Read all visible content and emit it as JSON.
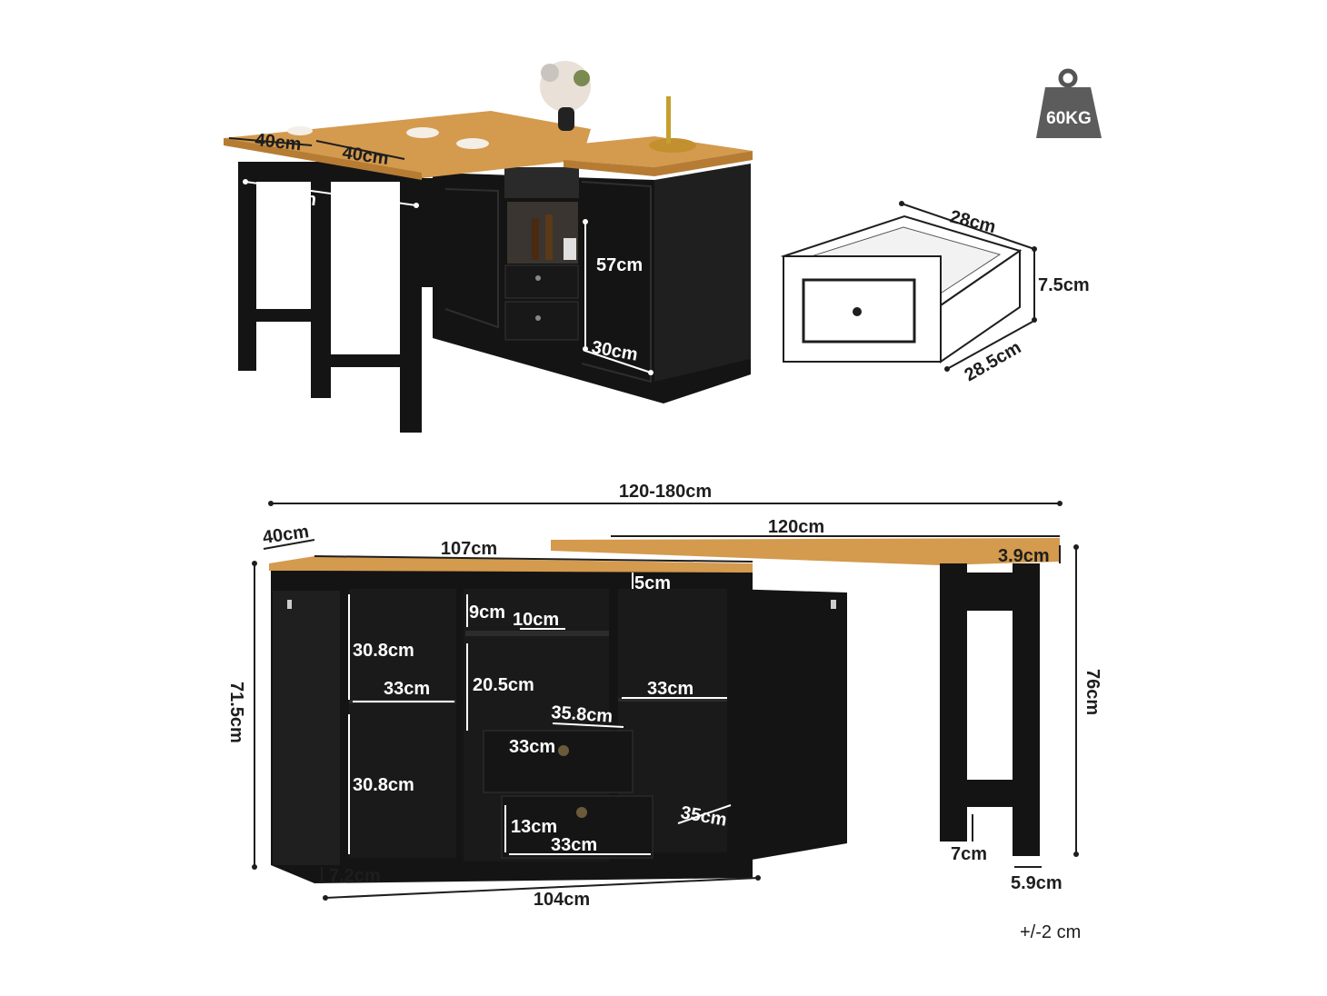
{
  "weight": {
    "label": "60KG",
    "icon": "weight-icon"
  },
  "top_view": {
    "top_ext_depth": "40cm",
    "top_ext_width": "40cm",
    "leg_span": "79.5cm",
    "cabinet_height": "57cm",
    "cabinet_depth": "30cm"
  },
  "drawer": {
    "width": "28cm",
    "height": "7.5cm",
    "depth": "28.5cm"
  },
  "front_view": {
    "overall_length": "120-180cm",
    "top_depth": "40cm",
    "cabinet_top_length": "107cm",
    "extension_length": "120cm",
    "top_thickness": "3.9cm",
    "top_rail": "5cm",
    "cubby_height": "9cm",
    "cubby_width": "10cm",
    "left_upper_height": "30.8cm",
    "left_shelf_width": "33cm",
    "left_lower_height": "30.8cm",
    "middle_height": "20.5cm",
    "middle_depth": "35.8cm",
    "drawer1_width": "33cm",
    "drawer2_height": "13cm",
    "drawer2_width": "33cm",
    "right_shelf_width": "33cm",
    "right_depth": "35cm",
    "base_height": "7.2cm",
    "base_length": "104cm",
    "cabinet_height": "71.5cm",
    "table_height": "76cm",
    "leg_width": "7cm",
    "leg_depth": "5.9cm",
    "tolerance": "+/-2 cm"
  },
  "colors": {
    "wood": "#d49a4e",
    "cabinet": "#141414",
    "dimension_line": "#1e1e1e"
  }
}
